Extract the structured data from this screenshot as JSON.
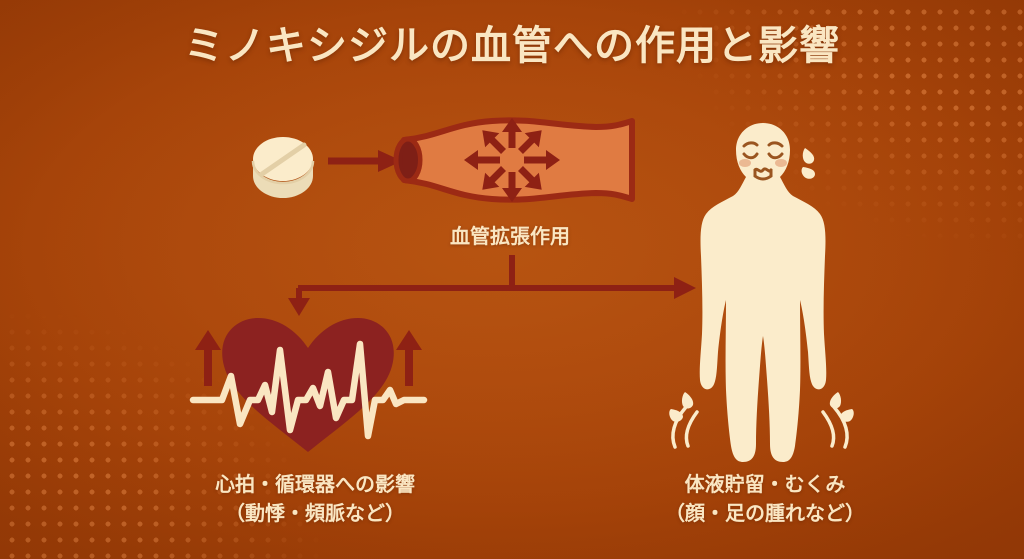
{
  "poster": {
    "title": "ミノキシジルの血管への作用と影響",
    "theme": {
      "bg_orange": "#a7430b",
      "bg_orange_light": "#b4500f",
      "dot_orange": "#ec8c4a",
      "cream": "#fae6c2",
      "dark_red": "#8e2114",
      "heart_red": "#8c2220",
      "vessel_fill": "#e07b42",
      "vessel_stroke": "#9c2a14",
      "vessel_lumen": "#7e1f16"
    }
  },
  "nodes": {
    "pill": {
      "name": "minoxidil-tablet",
      "fill": "#fbeccb",
      "edge": "#e6d4ae"
    },
    "vessel": {
      "caption": "血管拡張作用",
      "arrow_count": 8,
      "arrow_directions": [
        "up",
        "up-right",
        "right",
        "down-right",
        "down",
        "down-left",
        "left",
        "up-left"
      ]
    },
    "heart": {
      "caption_line1": "心拍・循環器への影響",
      "caption_line2": "（動悸・頻脈など）",
      "up_arrows": 2,
      "ecg_color": "#fae6c2"
    },
    "edema": {
      "caption_line1": "体液貯留・むくみ",
      "caption_line2": "（顔・足の腫れなど）",
      "body_color": "#fbeccb",
      "sweat_drops": 2,
      "foot_swell_marks": 2
    }
  },
  "connectors": {
    "pill_to_vessel": "arrow-right",
    "vessel_to_branch": "arrow-down-then-split",
    "branch_left": "arrow-down",
    "branch_right": "arrow-right"
  }
}
